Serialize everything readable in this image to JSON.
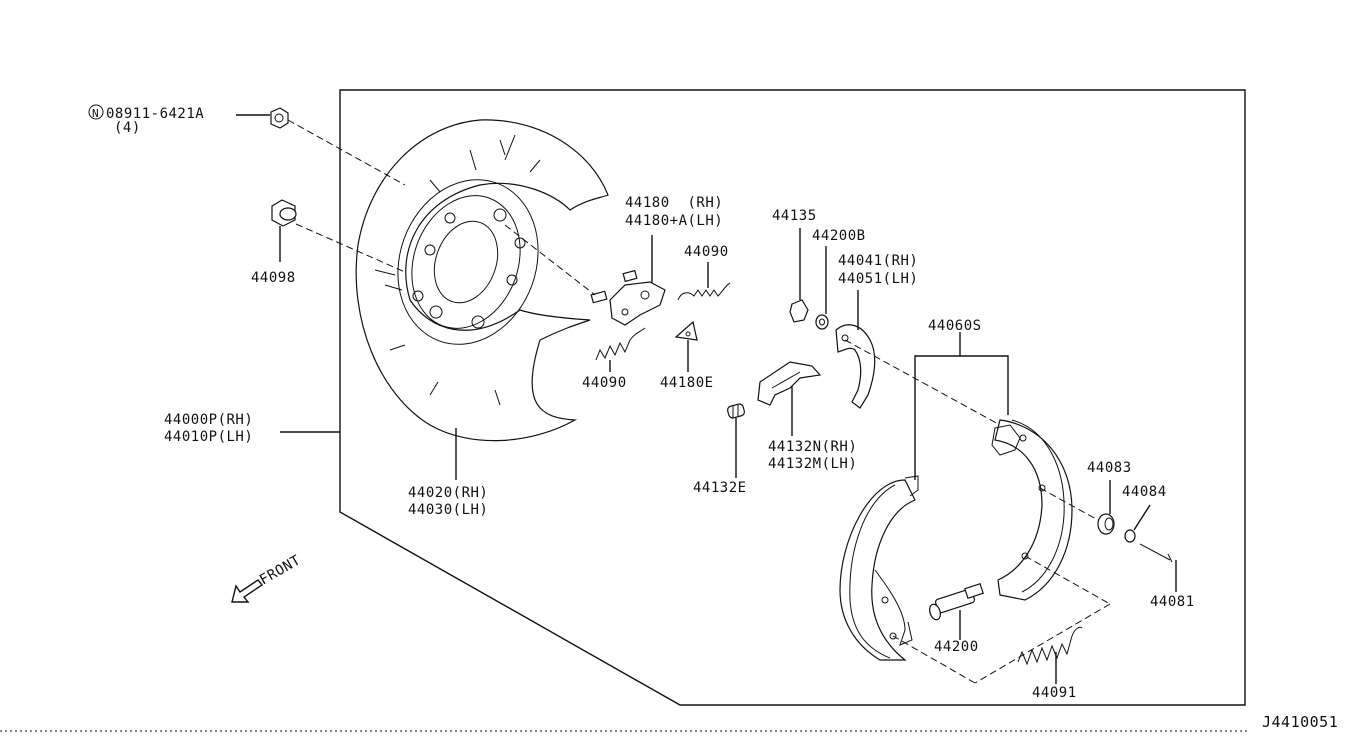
{
  "diagram_id": "J4410051",
  "callouts": {
    "nut": {
      "part_no": "08911-6421A",
      "qty": "(4)",
      "marker": "N"
    },
    "c44098": "44098",
    "c44000": [
      "44000P(RH)",
      "44010P(LH)"
    ],
    "c44020": [
      "44020(RH)",
      "44030(LH)"
    ],
    "c44180": [
      "44180  (RH)",
      "44180+A(LH)"
    ],
    "c44090_top": "44090",
    "c44090_bot": "44090",
    "c44180e": "44180E",
    "c44135": "44135",
    "c44200b": "44200B",
    "c44041": [
      "44041(RH)",
      "44051(LH)"
    ],
    "c44132": [
      "44132N(RH)",
      "44132M(LH)"
    ],
    "c44132e": "44132E",
    "c44060s": "44060S",
    "c44083": "44083",
    "c44084": "44084",
    "c44081": "44081",
    "c44200": "44200",
    "c44091": "44091"
  },
  "front_label": "FRONT"
}
